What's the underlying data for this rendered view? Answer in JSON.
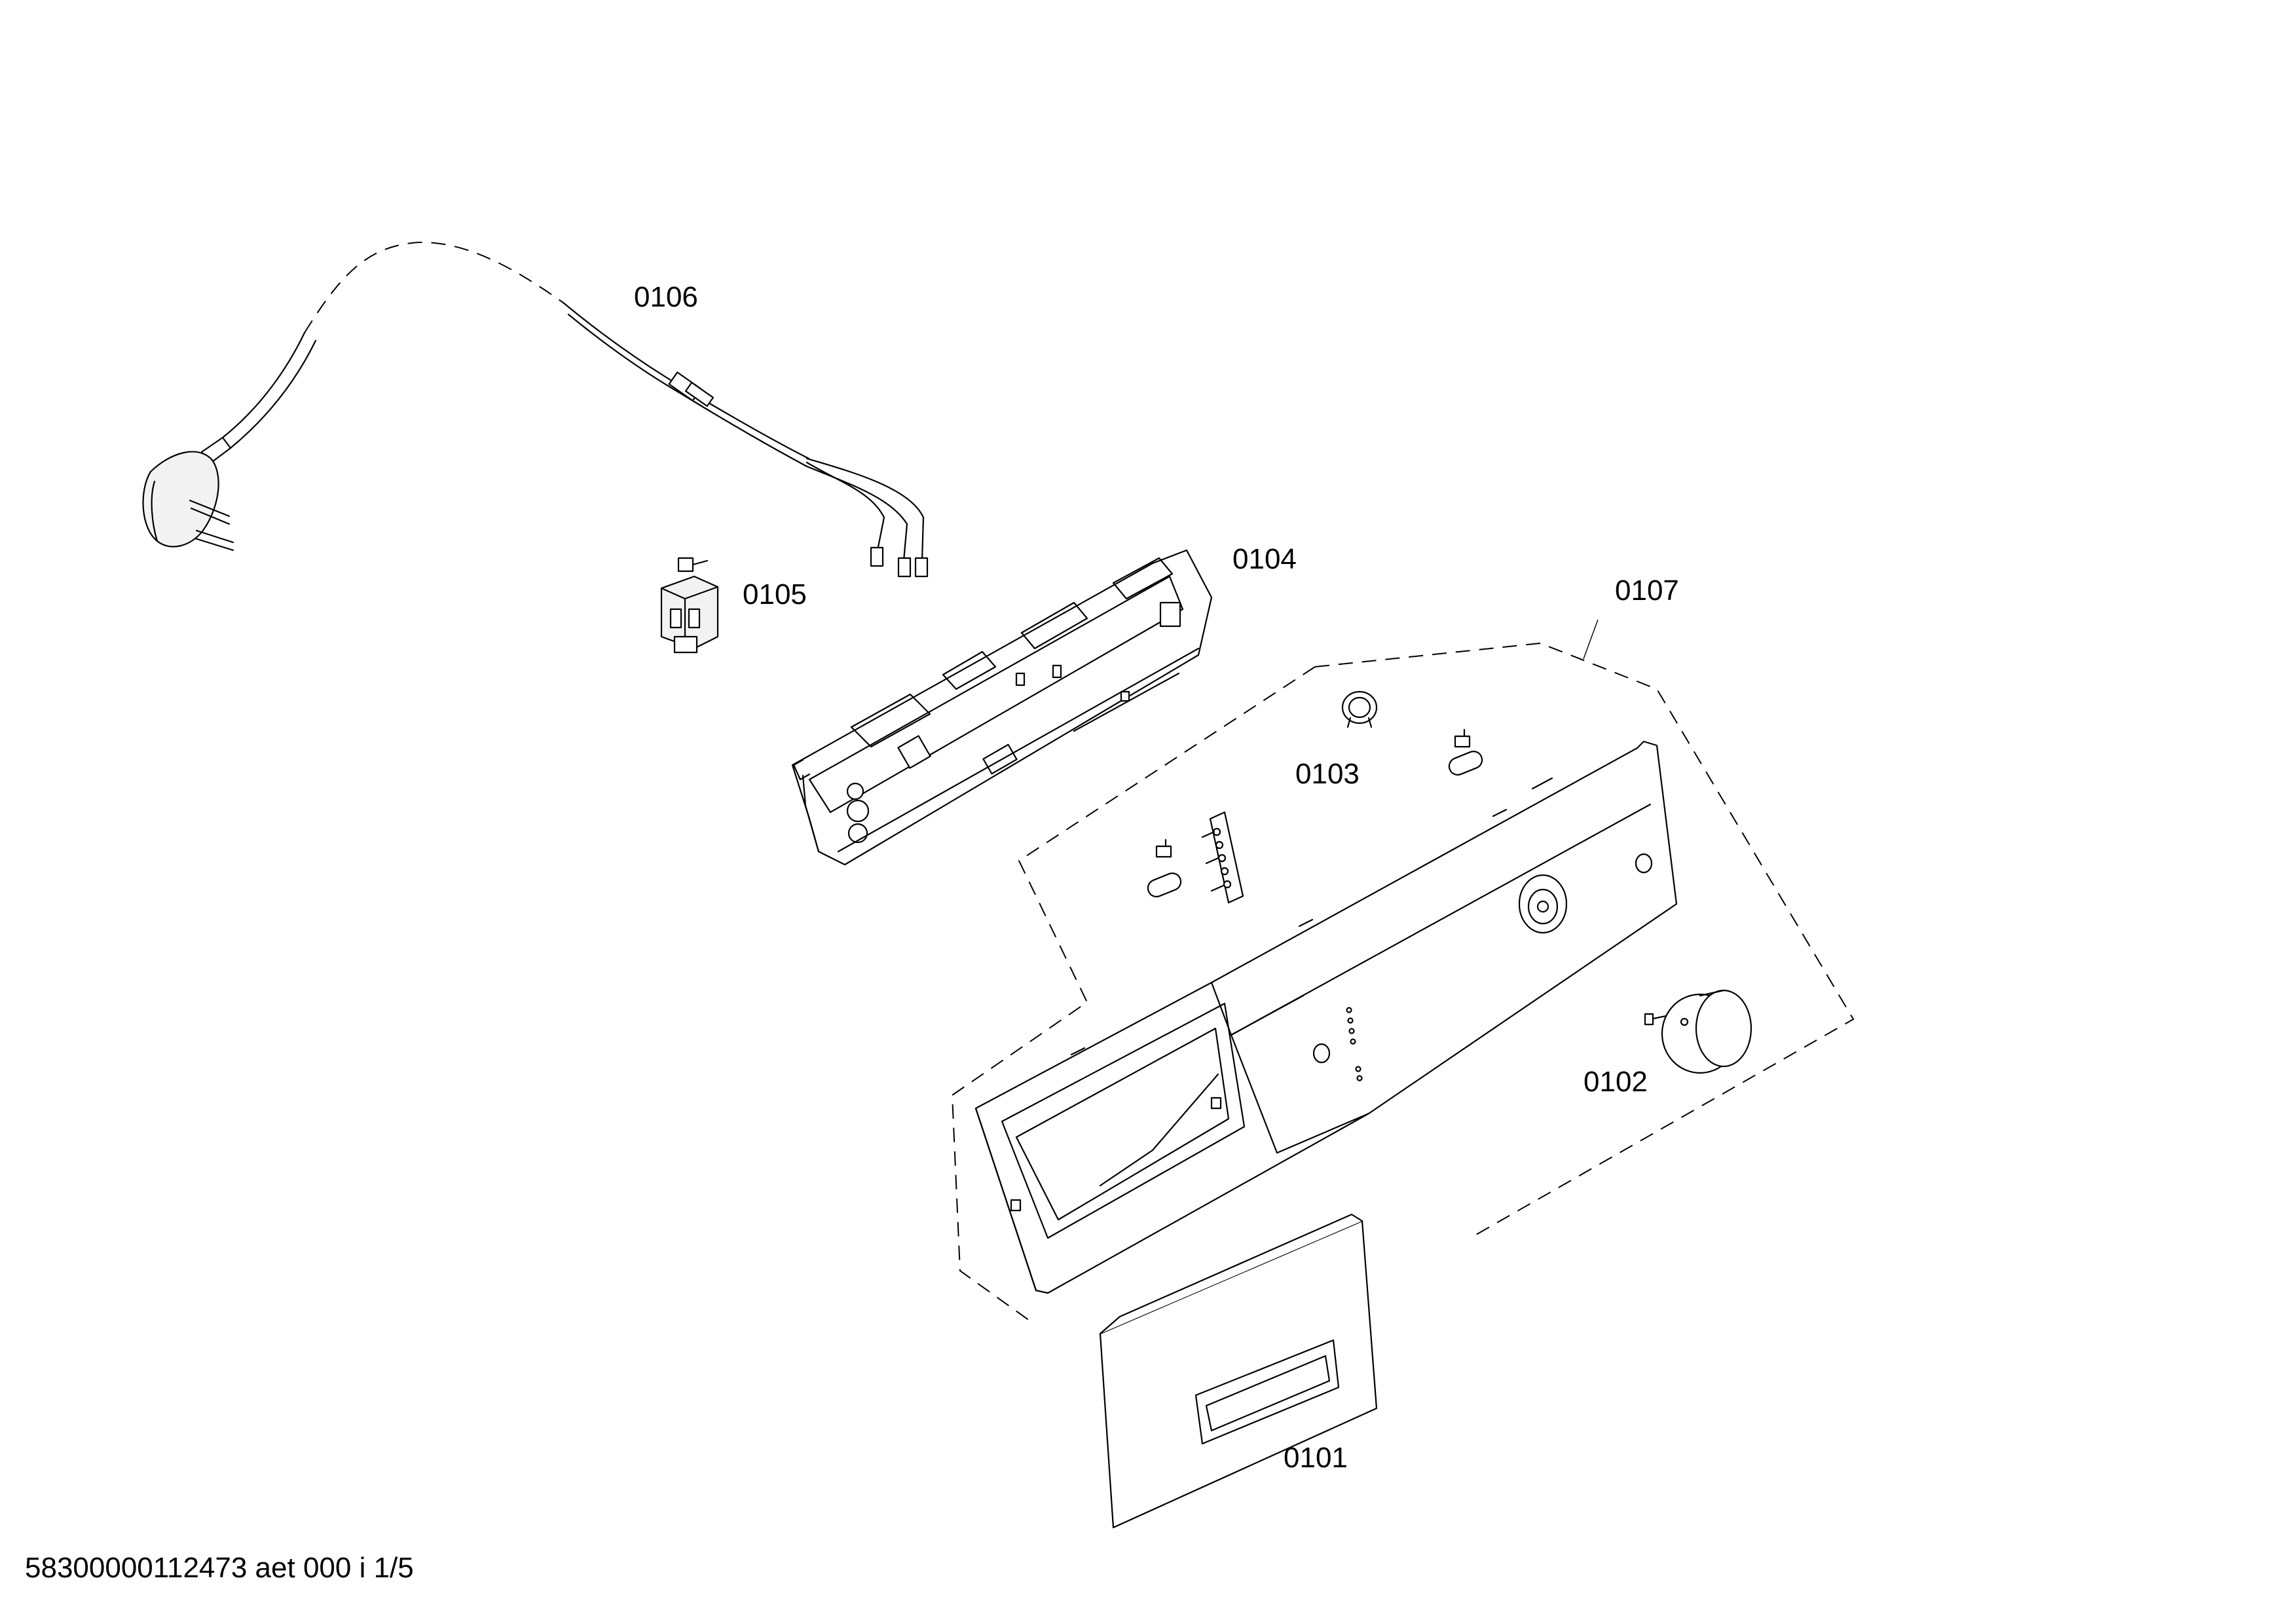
{
  "labels": {
    "p0101": "0101",
    "p0102": "0102",
    "p0103": "0103",
    "p0104": "0104",
    "p0105": "0105",
    "p0106": "0106",
    "p0107": "0107"
  },
  "footer": {
    "document_id": "58300000112473 aet 000 i 1/5"
  }
}
